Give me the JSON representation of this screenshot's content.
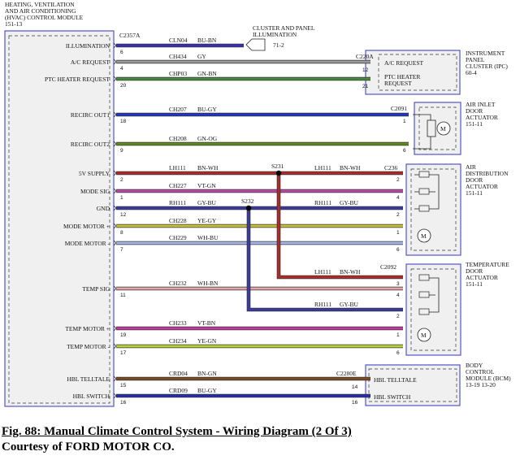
{
  "module": {
    "title_lines": [
      "HEATING, VENTILATION",
      "AND AIR CONDITIONING",
      "(HVAC) CONTROL MODULE",
      "151-13"
    ]
  },
  "connectors": {
    "hvac": "C2357A",
    "ipc": "C220A",
    "air_inlet": "C2091",
    "air_dist": "C236",
    "temp_door": "C2092",
    "bcm": "C2280E"
  },
  "splices": {
    "s231": "S231",
    "s232": "S232"
  },
  "cluster_illumination": {
    "lines": [
      "CLUSTER AND PANEL",
      "ILLUMINATION"
    ],
    "ref": "71-2"
  },
  "signals": [
    {
      "label": "ILLUMINATION",
      "pin": "6",
      "circuit": "CLN04",
      "color": "BU-BN",
      "stroke": "#3a2fb0"
    },
    {
      "label": "A/C REQUEST",
      "pin": "4",
      "circuit": "CH434",
      "color": "GY",
      "stroke": "#9a9a9a"
    },
    {
      "label": "PTC HEATER REQUEST",
      "pin": "20",
      "circuit": "CHP03",
      "color": "GN-BN",
      "stroke": "#4a8a3c"
    },
    {
      "label": "RECIRC OUT1",
      "pin": "18",
      "circuit": "CH207",
      "color": "BU-GY",
      "stroke": "#2233c8"
    },
    {
      "label": "RECIRC OUT2",
      "pin": "9",
      "circuit": "CH208",
      "color": "GN-OG",
      "stroke": "#5e8c1e"
    },
    {
      "label": "5V SUPPLY",
      "pin": "2",
      "circuit": "LH111",
      "color": "BN-WH",
      "stroke": "#b02a2a"
    },
    {
      "label": "MODE SIG",
      "pin": "1",
      "circuit": "CH227",
      "color": "VT-GN",
      "stroke": "#c04aa8"
    },
    {
      "label": "GND",
      "pin": "12",
      "circuit": "RH111",
      "color": "GY-BU",
      "stroke": "#3a3aa0"
    },
    {
      "label": "MODE MOTOR +",
      "pin": "8",
      "circuit": "CH228",
      "color": "YE-GY",
      "stroke": "#c8c23a"
    },
    {
      "label": "MODE MOTOR -",
      "pin": "7",
      "circuit": "CH229",
      "color": "WH-BU",
      "stroke": "#a8b8e8"
    },
    {
      "label": "TEMP SIG",
      "pin": "11",
      "circuit": "CH232",
      "color": "WH-BN",
      "stroke": "#e0a8a8"
    },
    {
      "label": "TEMP MOTOR +",
      "pin": "19",
      "circuit": "CH233",
      "color": "VT-BN",
      "stroke": "#c03aa0"
    },
    {
      "label": "TEMP MOTOR -",
      "pin": "17",
      "circuit": "CH234",
      "color": "YE-GN",
      "stroke": "#b8d23a"
    },
    {
      "label": "HBL TELLTALE",
      "pin": "15",
      "circuit": "CRD04",
      "color": "BN-GN",
      "stroke": "#7a4a20"
    },
    {
      "label": "HBL SWITCH",
      "pin": "16",
      "circuit": "CRD09",
      "color": "BU-GY",
      "stroke": "#2a2ab0"
    }
  ],
  "right_pins": {
    "ipc_ac": "12",
    "ipc_ptc": "21",
    "inlet_1": "1",
    "inlet_2": "6",
    "dist_5v": "2",
    "dist_mode": "4",
    "dist_gnd": "2",
    "dist_m1": "1",
    "dist_m2": "6",
    "temp_5v": "3",
    "temp_sig": "4",
    "temp_gnd": "2",
    "temp_m1": "1",
    "temp_m2": "6",
    "bcm_tell": "14",
    "bcm_sw": "16"
  },
  "right_wires": {
    "dist_5v_circuit": "LH111",
    "dist_5v_color": "BN-WH",
    "dist_gnd_circuit": "RH111",
    "dist_gnd_color": "GY-BU",
    "temp_5v_circuit": "LH111",
    "temp_5v_color": "BN-WH",
    "temp_gnd_circuit": "RH111",
    "temp_gnd_color": "GY-BU"
  },
  "components": {
    "ipc": {
      "labels": [
        "A/C REQUEST",
        "PTC HEATER",
        "REQUEST"
      ],
      "title": [
        "INSTRUMENT",
        "PANEL",
        "CLUSTER (IPC)",
        "60-4"
      ]
    },
    "air_inlet": {
      "title": [
        "AIR INLET",
        "DOOR",
        "ACTUATOR",
        "151-11"
      ]
    },
    "air_dist": {
      "title": [
        "AIR",
        "DISTRIBUTION",
        "DOOR",
        "ACTUATOR",
        "151-11"
      ]
    },
    "temp_door": {
      "title": [
        "TEMPERATURE",
        "DOOR",
        "ACTUATOR",
        "151-11"
      ]
    },
    "bcm": {
      "labels": [
        "HBL TELLTALE",
        "HBL SWITCH"
      ],
      "title": [
        "BODY",
        "CONTROL",
        "MODULE (BCM)",
        "13-19  13-20"
      ]
    }
  },
  "motor_symbol": "M",
  "caption": {
    "title": "Fig. 88: Manual Climate Control System - Wiring Diagram (2 Of 3)",
    "credit": "Courtesy of FORD MOTOR CO."
  }
}
